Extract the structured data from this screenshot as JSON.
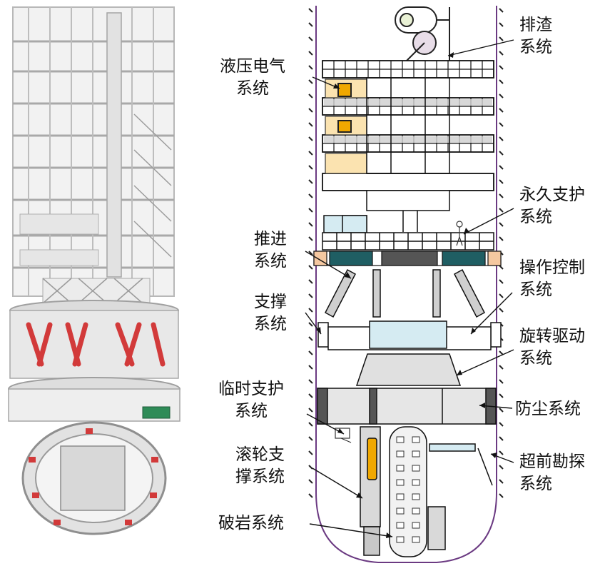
{
  "labels": {
    "slag_discharge": [
      "排渣",
      "系统"
    ],
    "hydraulic_electric": [
      "液压电气",
      "系统"
    ],
    "permanent_support": [
      "永久支护",
      "系统"
    ],
    "propulsion": [
      "推进",
      "系统"
    ],
    "operation_control": [
      "操作控制",
      "系统"
    ],
    "bracing": [
      "支撑",
      "系统"
    ],
    "rotary_drive": [
      "旋转驱动",
      "系统"
    ],
    "temporary_support": [
      "临时支护",
      "系统"
    ],
    "dust_control": [
      "防尘系统"
    ],
    "roller_support": [
      "滚轮支",
      "撑系统"
    ],
    "advance_exploration": [
      "超前勘探",
      "系统"
    ],
    "rock_breaking": [
      "破岩系统"
    ]
  },
  "colors": {
    "outline": "#6b3a82",
    "steel": "#1a1a1a",
    "panel_yellow": "#fbe3b0",
    "accent_orange": "#f0a800",
    "teal": "#1f5e63",
    "light_blue": "#d5ebf2",
    "gray_fill": "#cfcfcf",
    "red_strut": "#d23a3a"
  }
}
